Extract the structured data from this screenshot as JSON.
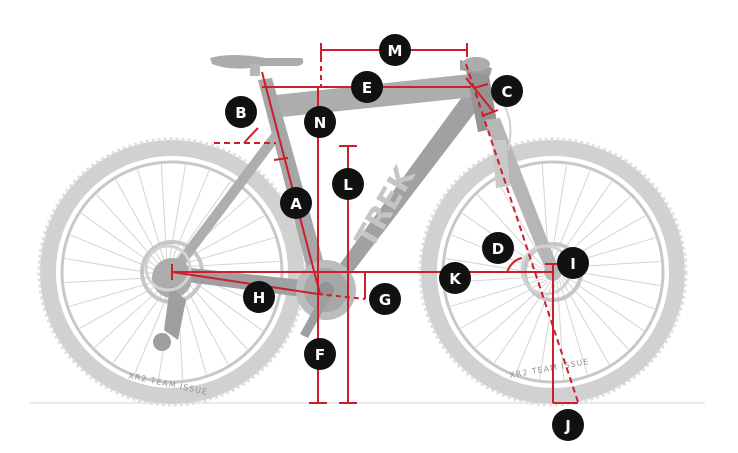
{
  "diagram": {
    "brand": "TREK",
    "tire_label_rear": "XR2 TEAM ISSUE",
    "tire_label_front": "XR2 TEAM ISSUE",
    "accent_color": "#cc1f2b",
    "marker_color": "#111111",
    "bike_color": "#bdbdbd",
    "labels": {
      "A": "A",
      "B": "B",
      "C": "C",
      "D": "D",
      "E": "E",
      "F": "F",
      "G": "G",
      "H": "H",
      "I": "I",
      "J": "J",
      "K": "K",
      "L": "L",
      "M": "M",
      "N": "N"
    }
  }
}
